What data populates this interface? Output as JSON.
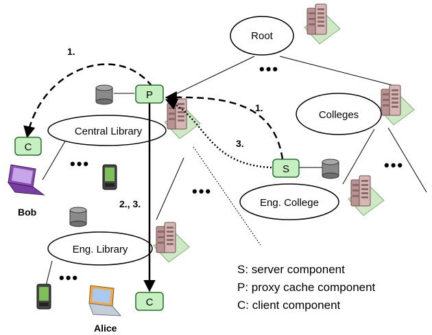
{
  "nodes": {
    "root": "Root",
    "colleges": "Colleges",
    "central_library": "Central Library",
    "eng_college": "Eng. College",
    "eng_library": "Eng. Library"
  },
  "components": {
    "proxy": "P",
    "server": "S",
    "client_bob": "C",
    "client_alice": "C"
  },
  "steps": {
    "to_bob": "1.",
    "from_server_dashed": "1.",
    "from_server_dotted": "3.",
    "down_to_alice": "2., 3."
  },
  "people": {
    "bob": "Bob",
    "alice": "Alice"
  },
  "ellipsis": "•••",
  "legend": [
    "S: server component",
    "P: proxy cache component",
    "C: client component"
  ],
  "colors": {
    "component_fill": "#c6f0c2",
    "component_stroke": "#2a6a2a",
    "server_icon_fill": "#c9a3a3",
    "screen_green": "#a6d69a"
  }
}
